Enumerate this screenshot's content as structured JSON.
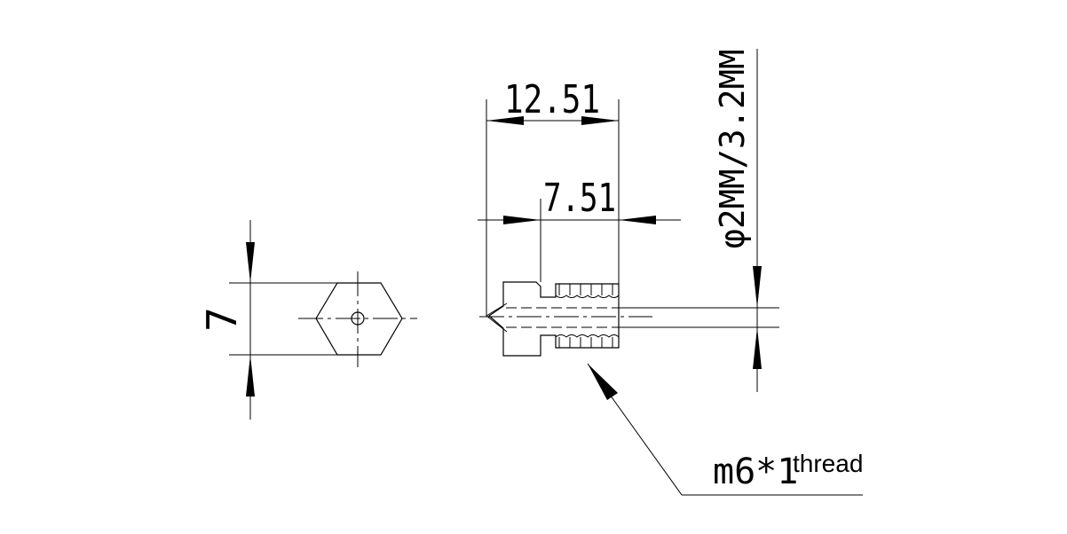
{
  "labels": {
    "dim_hex_flats": "7",
    "dim_overall_length": "12.51",
    "dim_thread_length": "7.51",
    "dim_filament": "φ2MM/3.2MM",
    "thread_spec": "m6*1",
    "thread_word": "thread"
  }
}
